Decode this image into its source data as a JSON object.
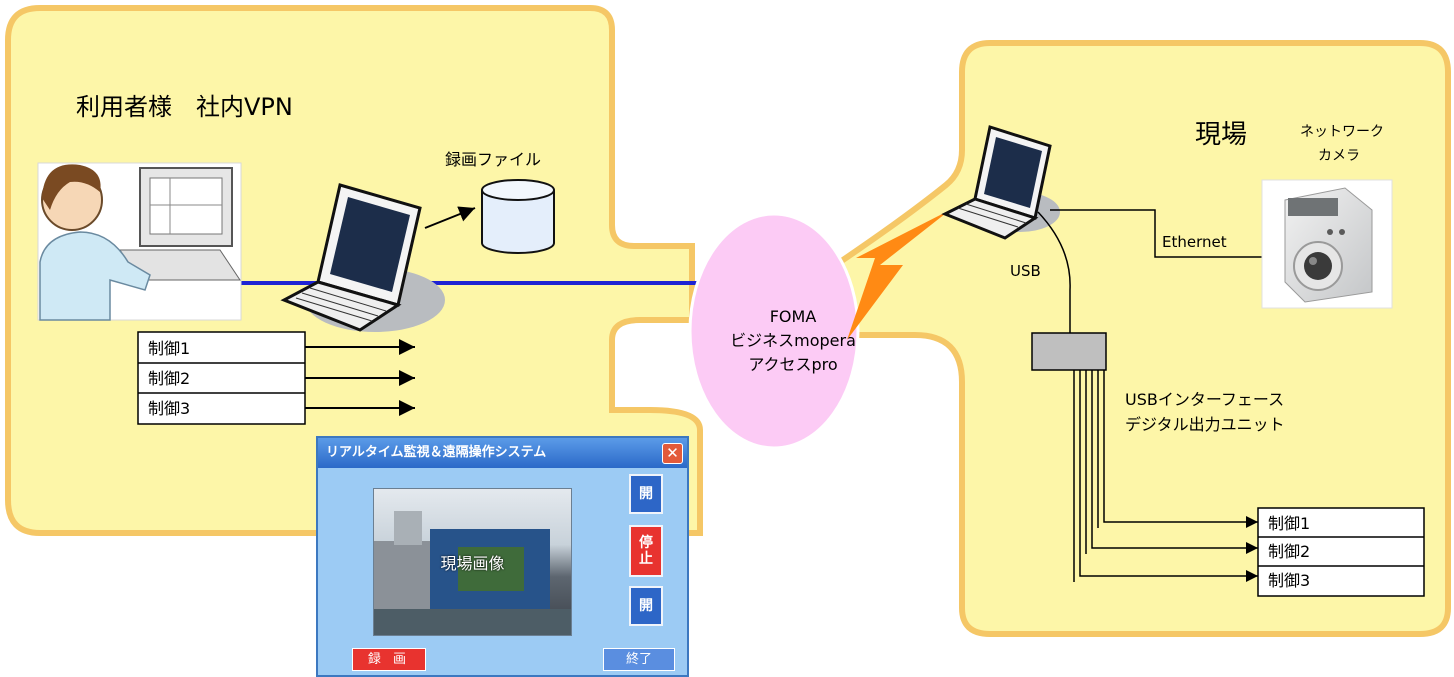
{
  "diagram": {
    "customer_network_title": "利用者様　社内VPN",
    "site_title": "現場",
    "record_file_label": "録画ファイル",
    "network_camera_label": [
      "ネットワーク",
      "カメラ"
    ],
    "ethernet_label": "Ethernet",
    "usb_label": "USB",
    "usb_unit_label": [
      "USBインターフェース",
      "デジタル出力ユニット"
    ],
    "carrier_label": [
      "FOMA",
      "ビジネスmopera",
      "アクセスpro"
    ],
    "left_controls": [
      "制御1",
      "制御2",
      "制御3"
    ],
    "right_controls": [
      "制御1",
      "制御2",
      "制御3"
    ]
  },
  "window": {
    "title": "リアルタイム監視＆遠隔操作システム",
    "close_glyph": "✕",
    "camera_image_label": "現場画像",
    "open_top_label": "開",
    "stop_label": "停\n止",
    "open_bottom_label": "開",
    "record_label": "録 画",
    "exit_label": "終了"
  },
  "colors": {
    "zone_fill": "#fdf6a8",
    "zone_border": "#f5c766",
    "cloud_fill": "#fccbf5",
    "vpn_line": "#1f24d4",
    "lightning": "#ff8a14"
  }
}
